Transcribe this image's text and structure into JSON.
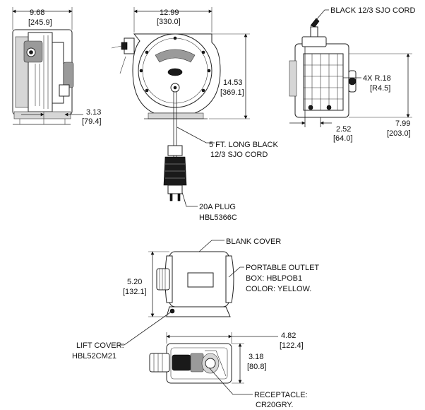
{
  "side_view": {
    "width_in": "9.68",
    "width_mm": "[245.9]",
    "mount_in": "3.13",
    "mount_mm": "[79.4]"
  },
  "front_view": {
    "width_in": "12.99",
    "width_mm": "[330.0]",
    "height_in": "14.53",
    "height_mm": "[369.1]",
    "cord_line1": "5 FT. LONG BLACK",
    "cord_line2": "12/3 SJO CORD",
    "plug_line1": "20A PLUG",
    "plug_line2": "HBL5366C"
  },
  "back_view": {
    "cord_label": "BLACK 12/3 SJO CORD",
    "radius_in": "4X R.18",
    "radius_mm": "[R4.5]",
    "height_in": "7.99",
    "height_mm": "[203.0]",
    "offset_in": "2.52",
    "offset_mm": "[64.0]"
  },
  "outlet_box": {
    "blank_cover": "BLANK COVER",
    "box_line1": "PORTABLE OUTLET",
    "box_line2": "BOX: HBLPOB1",
    "box_line3": "COLOR: YELLOW.",
    "height_in": "5.20",
    "height_mm": "[132.1]",
    "lift_line1": "LIFT COVER:",
    "lift_line2": "HBL52CM21"
  },
  "outlet_top": {
    "length_in": "4.82",
    "length_mm": "[122.4]",
    "width_in": "3.18",
    "width_mm": "[80.8]",
    "receptacle_line1": "RECEPTACLE:",
    "receptacle_line2": "CR20GRY."
  }
}
